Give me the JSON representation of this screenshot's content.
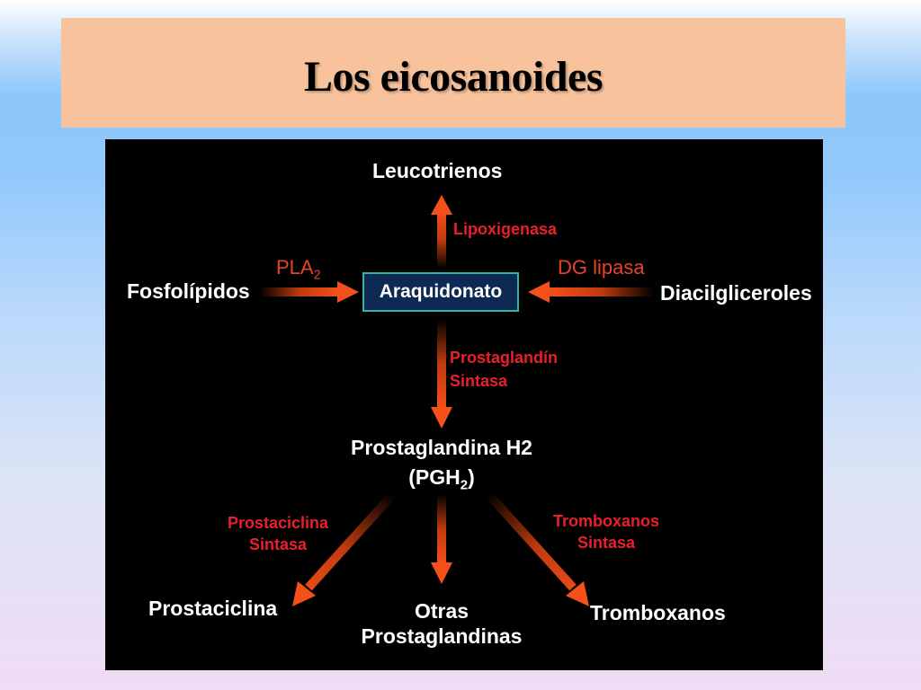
{
  "slide": {
    "title": "Los eicosanoides"
  },
  "diagram": {
    "center": "Araquidonato",
    "nodes": {
      "leucotrienos": "Leucotrienos",
      "fosfolipidos": "Fosfolípidos",
      "diacilgliceroles": "Diacilgliceroles",
      "pgh2_line1": "Prostaglandina H2",
      "pgh2_line2_prefix": "(PGH",
      "pgh2_line2_sub": "2",
      "pgh2_line2_suffix": ")",
      "prostaciclina": "Prostaciclina",
      "otras_line1": "Otras",
      "otras_line2": "Prostaglandinas",
      "tromboxanos": "Tromboxanos"
    },
    "enzymes": {
      "lipoxigenasa": "Lipoxigenasa",
      "pla_prefix": "PLA",
      "pla_sub": "2",
      "dg_lipasa": "DG lipasa",
      "prostaglandin_line1": "Prostaglandín",
      "prostaglandin_line2": "Sintasa",
      "prostaciclina_line1": "Prostaciclina",
      "prostaciclina_line2": "Sintasa",
      "tromboxanos_line1": "Tromboxanos",
      "tromboxanos_line2": "Sintasa"
    },
    "colors": {
      "background": "#000000",
      "arrow": "#f04a12",
      "enzyme_text": "#e8202a",
      "center_fill": "#0d2a55",
      "center_border": "#2fb7a6",
      "title_box": "#f8c29c"
    }
  }
}
